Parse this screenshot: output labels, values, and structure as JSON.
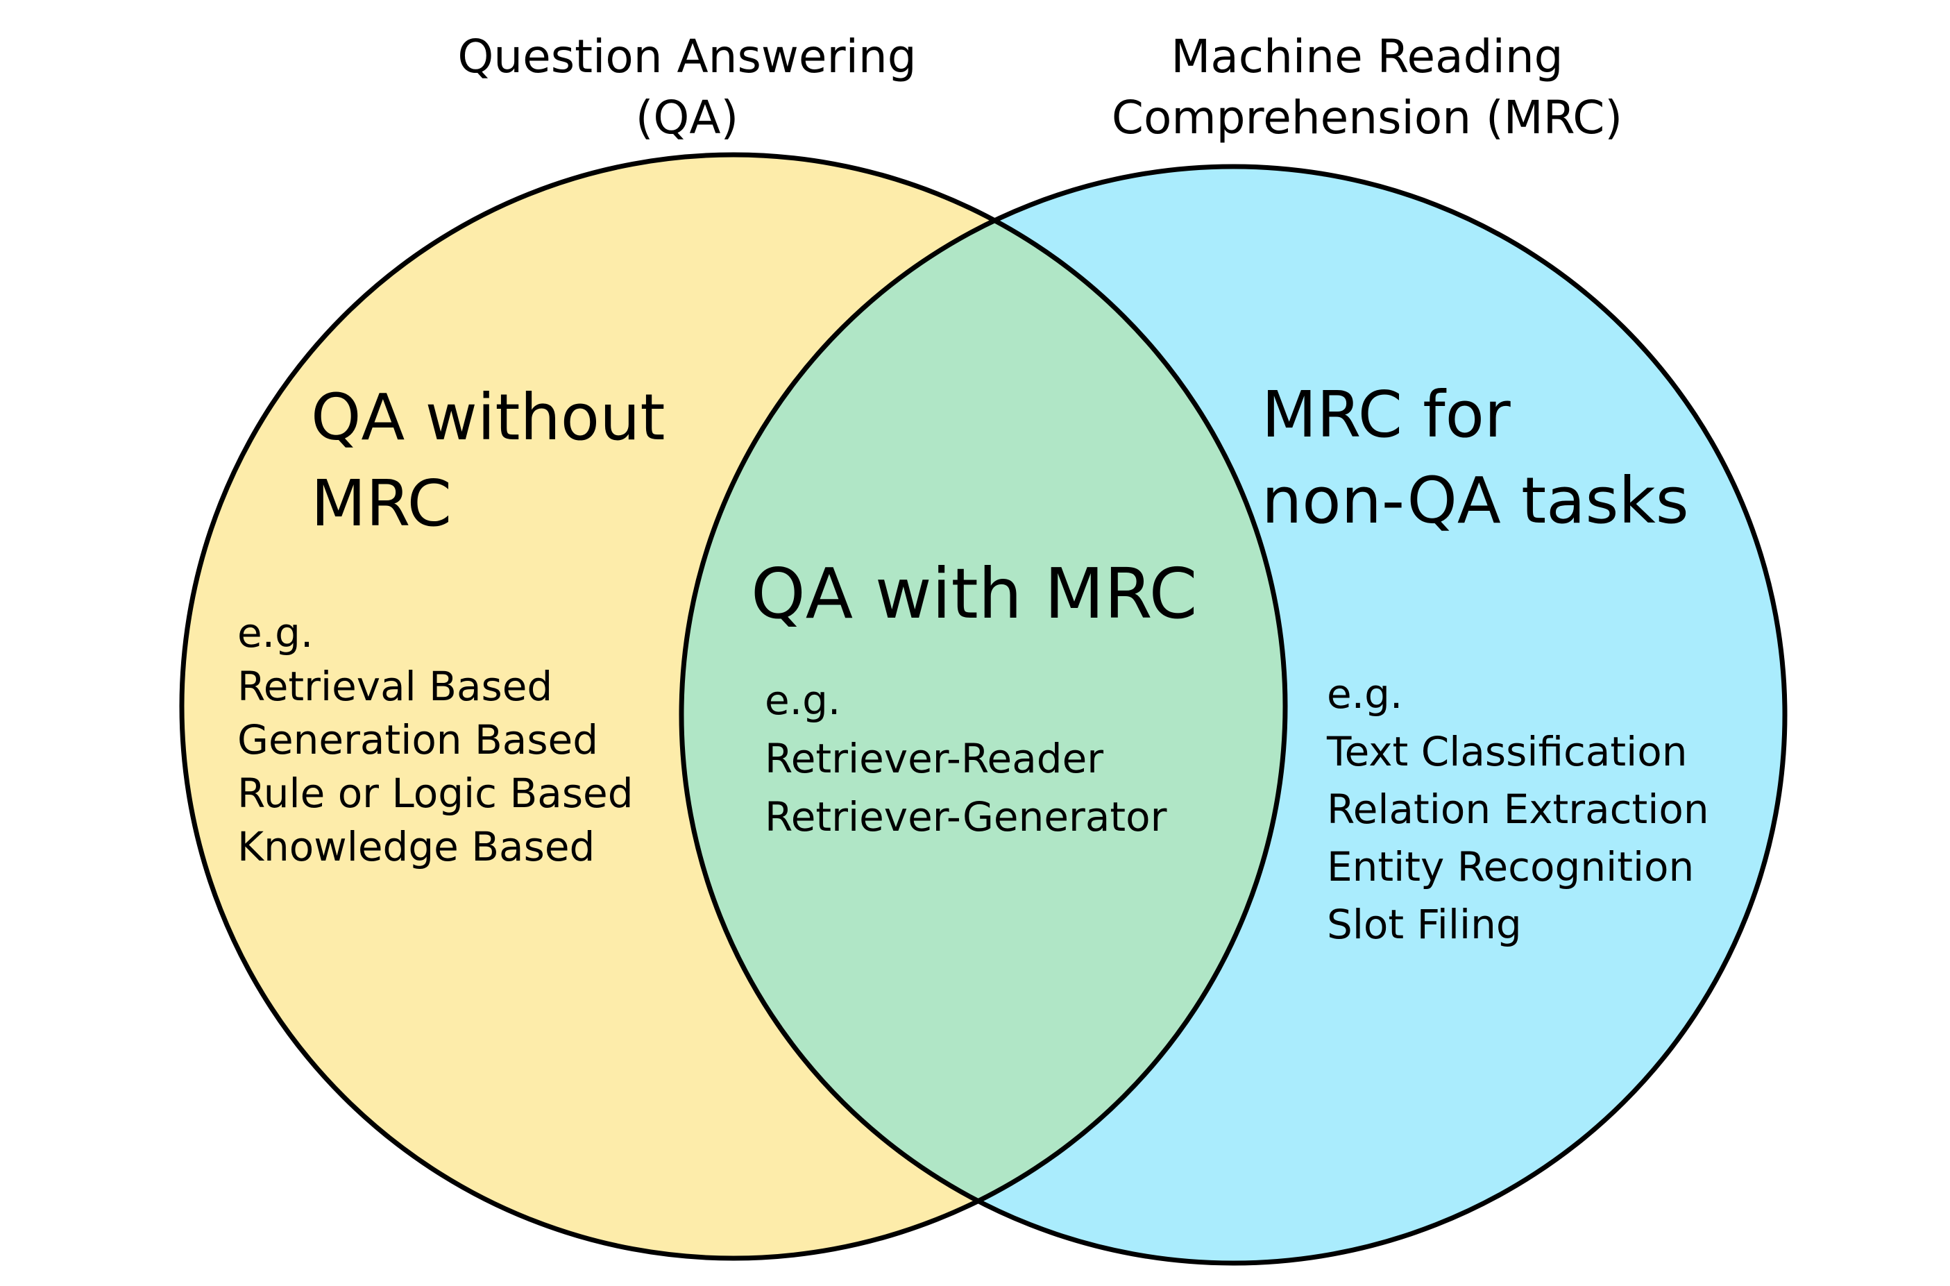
{
  "sets": {
    "qa": {
      "title_line1": "Question Answering",
      "title_line2": "(QA)",
      "fill": "#FDECAA"
    },
    "mrc": {
      "title_line1": "Machine Reading",
      "title_line2": "Comprehension (MRC)",
      "fill": "#AAECFD"
    }
  },
  "overlap_fill": "#B0E6C6",
  "outline_color": "#000000",
  "regions": {
    "left": {
      "title_line1": "QA without",
      "title_line2": "MRC",
      "eg": "e.g.",
      "items": [
        "Retrieval Based",
        "Generation Based",
        "Rule or Logic Based",
        "Knowledge Based"
      ]
    },
    "center": {
      "title": "QA with MRC",
      "eg": "e.g.",
      "items": [
        "Retriever-Reader",
        "Retriever-Generator"
      ]
    },
    "right": {
      "title_line1": "MRC for",
      "title_line2": "non-QA tasks",
      "eg": "e.g.",
      "items": [
        "Text Classification",
        "Relation Extraction",
        "Entity Recognition",
        "Slot Filing"
      ]
    }
  }
}
